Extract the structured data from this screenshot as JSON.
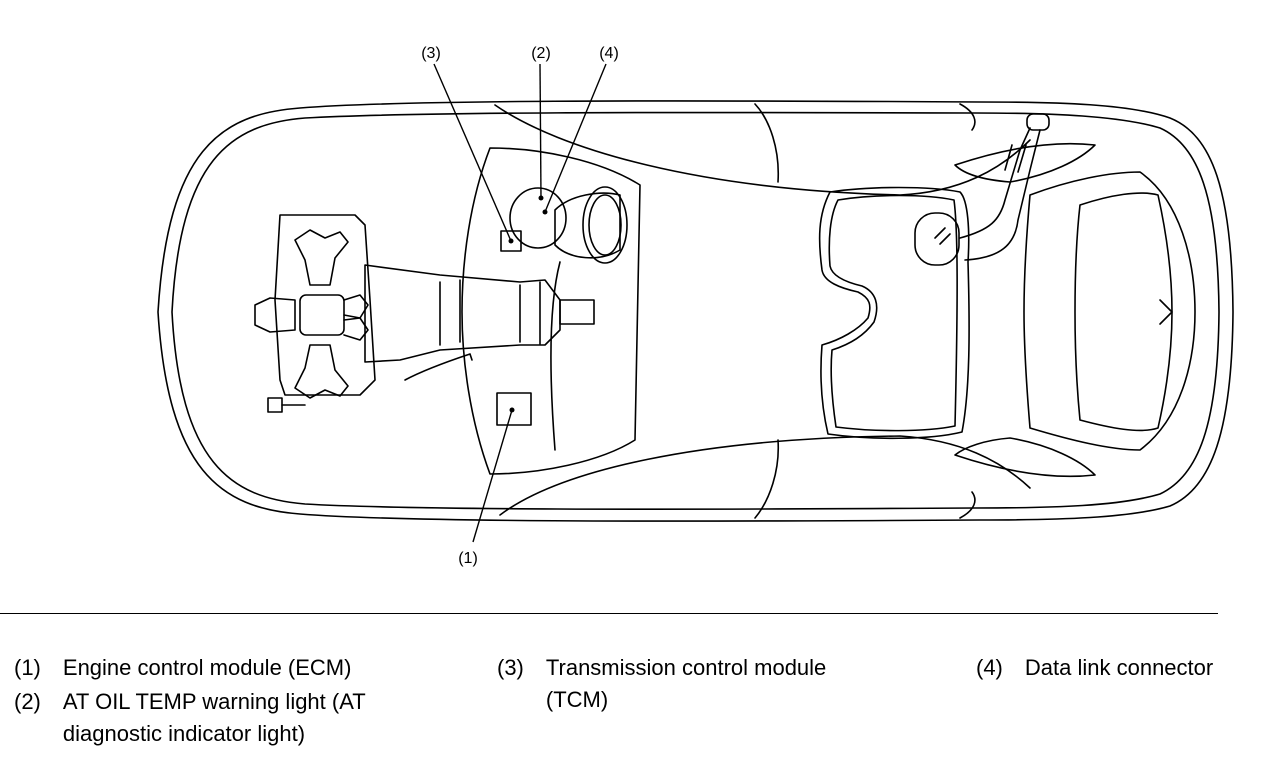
{
  "callouts": {
    "c1": "(1)",
    "c2": "(2)",
    "c3": "(3)",
    "c4": "(4)"
  },
  "legend": [
    {
      "num": "(1)",
      "text": "Engine control module (ECM)"
    },
    {
      "num": "(2)",
      "text": "AT OIL TEMP warning light (AT diagnostic indicator light)"
    },
    {
      "num": "(3)",
      "text": "Transmission control module (TCM)"
    },
    {
      "num": "(4)",
      "text": "Data link connector"
    }
  ]
}
